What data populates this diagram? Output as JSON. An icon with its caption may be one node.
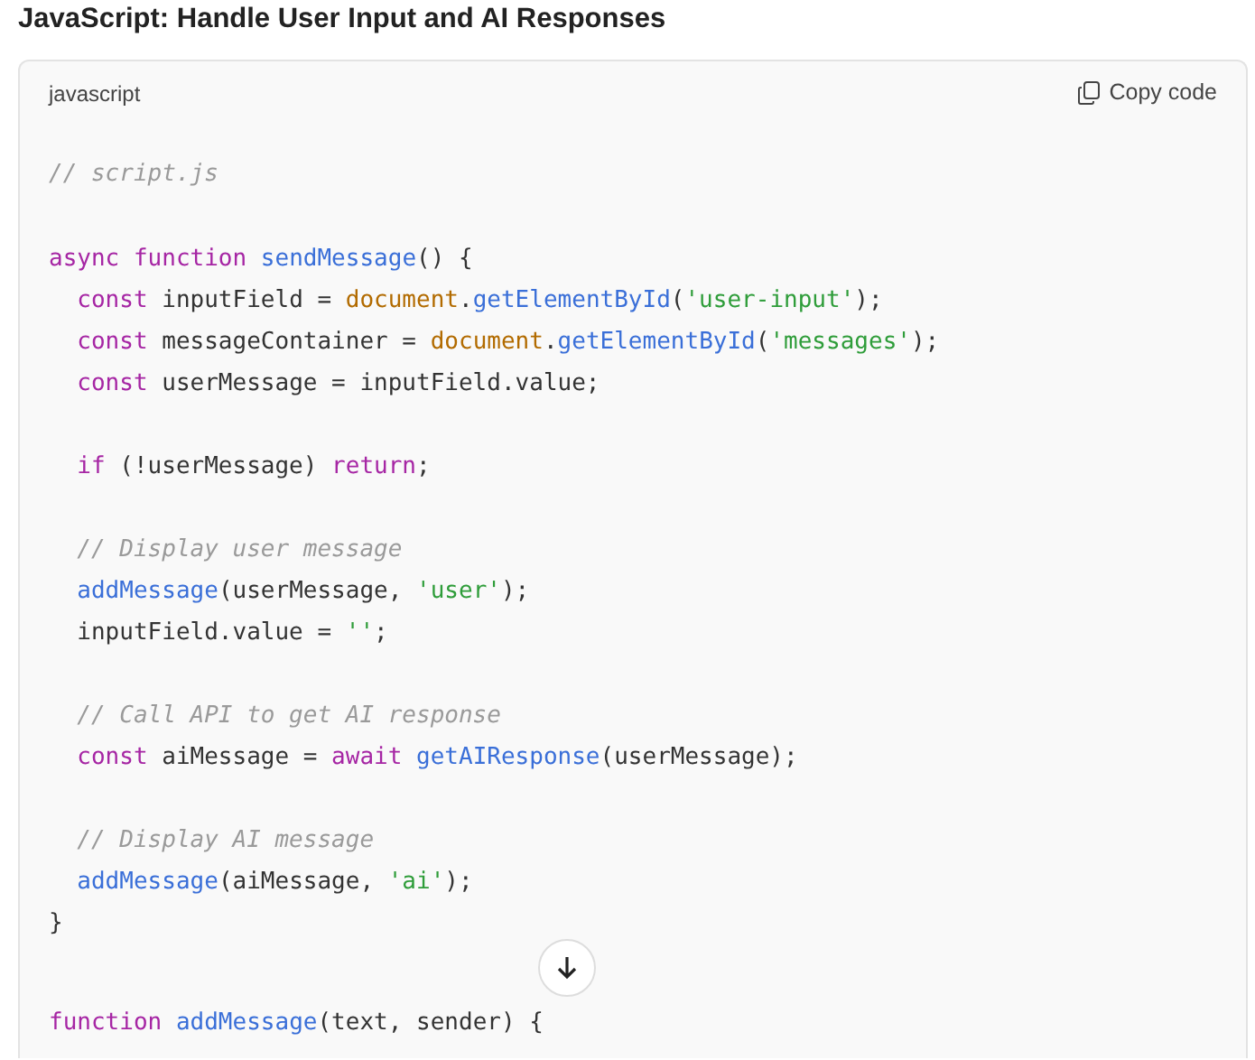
{
  "diagram": {
    "title": "JavaScript: Handle User Input and AI Responses",
    "labels": [
      "javascript",
      "Copy code",
      "// script.js",
      "async function sendMessage() {",
      "  const inputField = document.getElementById('user-input');",
      "  const messageContainer = document.getElementById('messages');",
      "  const userMessage = inputField.value;",
      "  if (!userMessage) return;",
      "  // Display user message",
      "  addMessage(userMessage, 'user');",
      "  inputField.value = '';",
      "  // Call API to get AI response",
      "  const aiMessage = await getAIResponse(userMessage);",
      "  // Display AI message",
      "  addMessage(aiMessage, 'ai');",
      "}",
      "function addMessage(text, sender) {"
    ]
  }
}
